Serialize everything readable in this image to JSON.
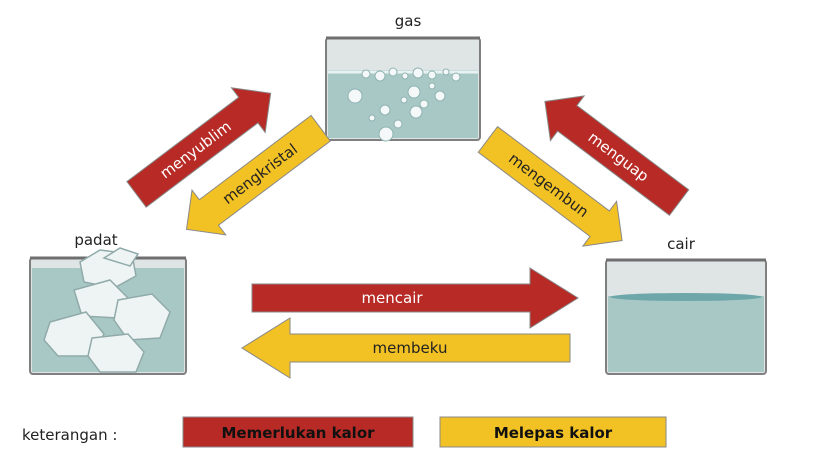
{
  "colors": {
    "requires_heat": "#b72a25",
    "releases_heat": "#f2c124",
    "arrow_outline": "#888888",
    "liquid": "#a8c8c6",
    "glass_edge": "#7f7f7f",
    "bubble": "#f4f8f8"
  },
  "states": {
    "gas": "gas",
    "solid": "padat",
    "liquid": "cair"
  },
  "processes": {
    "sublimation": "menyublim",
    "deposition": "mengkristal",
    "evaporation": "menguap",
    "condensation": "mengembun",
    "melting": "mencair",
    "freezing": "membeku"
  },
  "legend": {
    "caption": "keterangan :",
    "requires_heat": "Memerlukan kalor",
    "releases_heat": "Melepas kalor"
  }
}
